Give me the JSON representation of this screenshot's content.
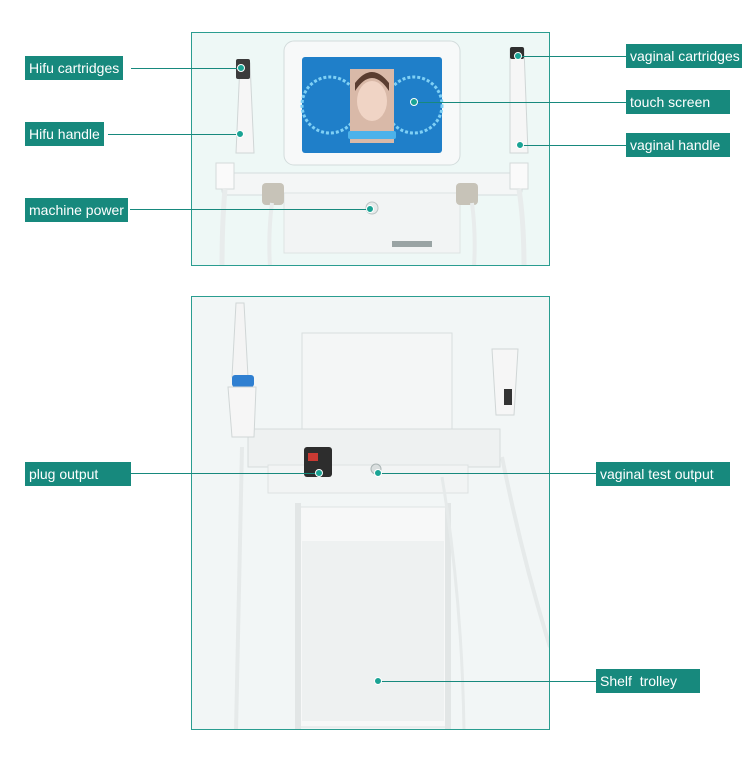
{
  "colors": {
    "accent": "#17897d",
    "panel_border": "#2a9d90",
    "screen_blue": "#2f8fd6"
  },
  "labels": {
    "hifu_cartridges": "Hifu cartridges",
    "hifu_handle": "Hifu handle",
    "machine_power": "machine power",
    "vaginal_cartridges": "vaginal cartridges",
    "touch_screen": "touch screen",
    "vaginal_handle": "vaginal handle",
    "plug_output": "plug output",
    "vaginal_test_output": "vaginal test output",
    "shelf_trolley": "Shelf  trolley"
  },
  "images": {
    "top": "hifu-machine-front-view",
    "bottom": "hifu-machine-on-trolley"
  }
}
